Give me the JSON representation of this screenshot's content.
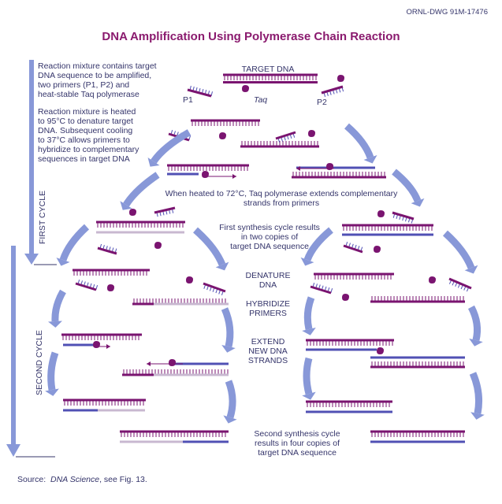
{
  "header": {
    "drawing_id": "ORNL-DWG 91M-17476",
    "title": "DNA Amplification Using Polymerase Chain Reaction"
  },
  "labels": {
    "target_dna": "TARGET DNA",
    "p1": "P1",
    "p2": "P2",
    "taq": "Taq",
    "step1": [
      "Reaction mixture contains target",
      "DNA sequence to be amplified,",
      "two primers (P1, P2) and",
      "heat-stable Taq polymerase"
    ],
    "step2": [
      "Reaction mixture is heated",
      "to 95°C to denature target",
      "DNA.  Subsequent cooling",
      "to 37°C allows primers to",
      "hybridize to complementary",
      "sequences in target DNA"
    ],
    "step3": [
      "When heated to 72°C, Taq polymerase extends complementary",
      "strands from primers"
    ],
    "step4": [
      "First synthesis cycle results",
      "in two copies of",
      "target DNA sequence"
    ],
    "denature": [
      "DENATURE",
      "DNA"
    ],
    "hybridize": [
      "HYBRIDIZE",
      "PRIMERS"
    ],
    "extend": [
      "EXTEND",
      "NEW DNA",
      "STRANDS"
    ],
    "step5": [
      "Second synthesis cycle",
      "results in four copies of",
      "target DNA sequence"
    ],
    "first_cycle": "FIRST CYCLE",
    "second_cycle": "SECOND CYCLE"
  },
  "source": {
    "prefix": "Source:",
    "work": "DNA Science",
    "suffix": ", see Fig. 13."
  },
  "colors": {
    "target_strand": "#7a1470",
    "primer": "#5050b4",
    "new_strand": "#c8b8d0",
    "arrow": "#8898d8",
    "title": "#8a1a6e",
    "text": "#34346a"
  }
}
